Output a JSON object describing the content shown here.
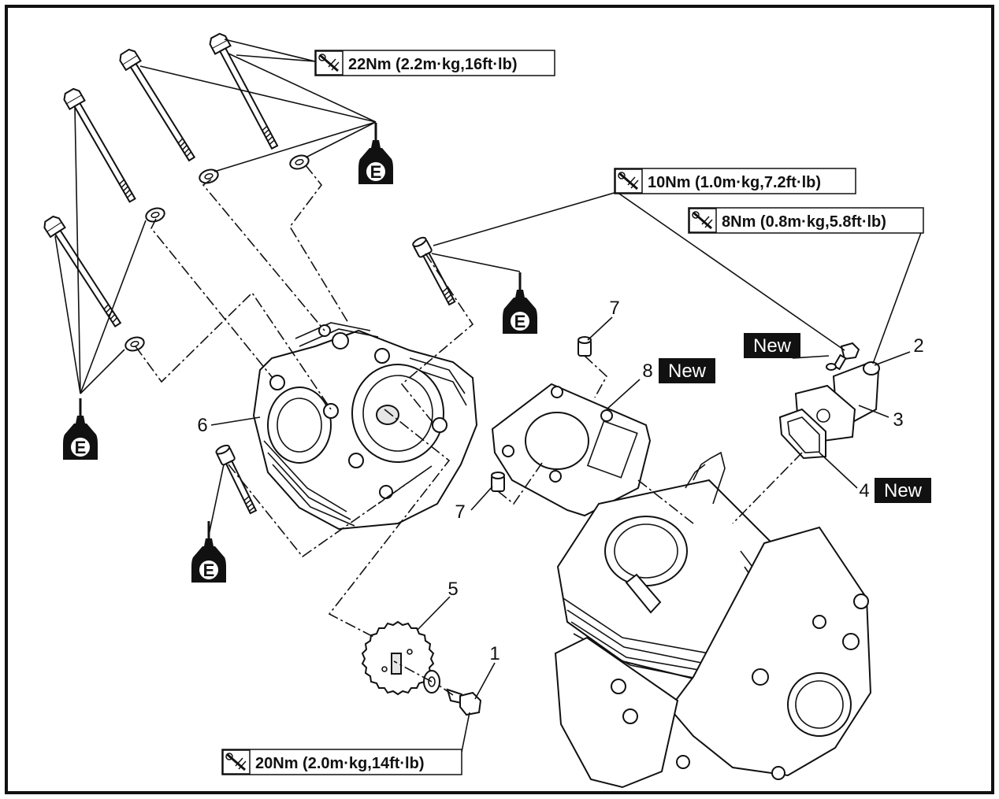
{
  "torque_specs": {
    "head_bolts": "22Nm (2.2m·kg,16ft·lb)",
    "tensioner_bolt": "10Nm (1.0m·kg,7.2ft·lb)",
    "tensioner_cap": "8Nm (0.8m·kg,5.8ft·lb)",
    "sprocket_bolt": "20Nm (2.0m·kg,14ft·lb)"
  },
  "new_badge": "New",
  "oil_symbol_letter": "E",
  "callouts": {
    "part1": "1",
    "part2": "2",
    "part3": "3",
    "part4": "4",
    "part5": "5",
    "part6": "6",
    "part7a": "7",
    "part7b": "7",
    "part8": "8"
  },
  "icons": {
    "torque": "torque-wrench-icon",
    "oil": "engine-oil-bottle-icon"
  }
}
